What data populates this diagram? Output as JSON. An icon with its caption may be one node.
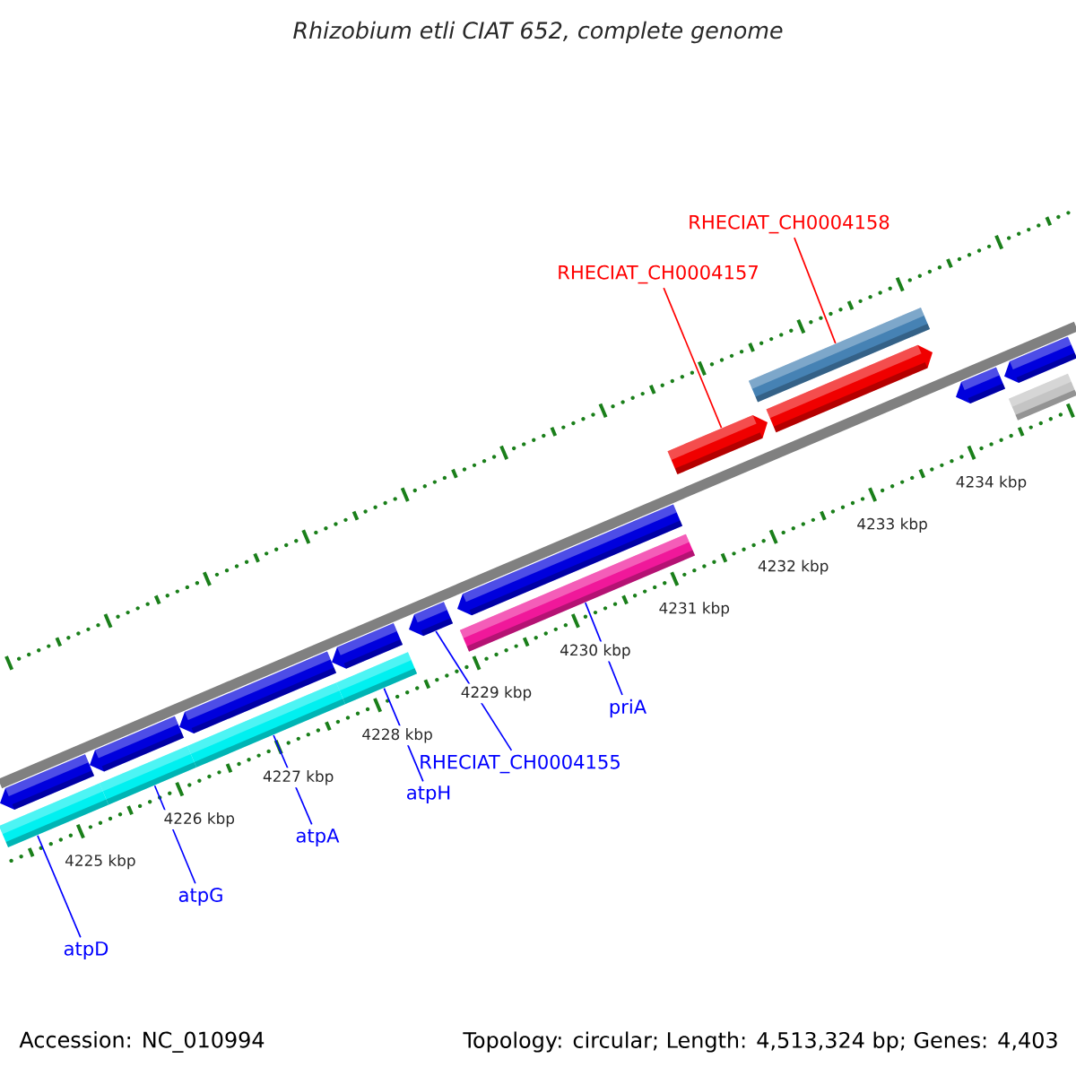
{
  "diagram": {
    "title": "Rhizobium etli CIAT 652, complete genome",
    "nodes": [
      {
        "text": [
          "RHECIAT_CH0004158"
        ]
      },
      {
        "text": [
          "RHECIAT_CH0004157"
        ]
      },
      {
        "text": [
          "priA"
        ]
      },
      {
        "text": [
          "RHECIAT_CH0004155"
        ]
      },
      {
        "text": [
          "atpH"
        ]
      },
      {
        "text": [
          "atpA"
        ]
      },
      {
        "text": [
          "atpG"
        ]
      },
      {
        "text": [
          "atpD"
        ]
      },
      {
        "text": [],
        "shape": "bar"
      },
      {
        "text": [],
        "shape": "bar"
      },
      {
        "text": [],
        "shape": "bar"
      },
      {
        "text": [],
        "shape": "bar"
      },
      {
        "text": [],
        "shape": "bar"
      },
      {
        "text": [],
        "shape": "bar"
      },
      {
        "text": [],
        "shape": "bar"
      },
      {
        "text": [],
        "shape": "bar"
      },
      {
        "text": [],
        "shape": "bar"
      },
      {
        "text": [],
        "shape": "bar"
      },
      {
        "text": [],
        "shape": "bar"
      },
      {
        "text": [],
        "shape": "bar"
      },
      {
        "text": [],
        "shape": "bar"
      },
      {
        "text": [],
        "shape": "bar"
      },
      {
        "text": [],
        "shape": "bar"
      },
      {
        "text": [],
        "shape": "bar"
      },
      {
        "text": [],
        "shape": "bar"
      }
    ],
    "edges": [
      {
        "from": 0,
        "to": 20,
        "arrow": "none",
        "color": "#ff0000"
      },
      {
        "from": 1,
        "to": 19,
        "arrow": "none",
        "color": "#ff0000"
      },
      {
        "from": 2,
        "to": 18,
        "arrow": "none"
      },
      {
        "from": 3,
        "to": 16,
        "arrow": "none"
      },
      {
        "from": 4,
        "to": 15,
        "arrow": "none"
      },
      {
        "from": 5,
        "to": 13,
        "arrow": "none"
      },
      {
        "from": 6,
        "to": 11,
        "arrow": "none"
      },
      {
        "from": 7,
        "to": 9,
        "arrow": "none"
      }
    ],
    "labels": [
      "4225 kbp",
      "4226 kbp",
      "4227 kbp",
      "4228 kbp",
      "4229 kbp",
      "4230 kbp",
      "4231 kbp",
      "4232 kbp",
      "4233 kbp",
      "4234 kbp",
      "Accession: NC_010994",
      "Topology: circular; Length: 4,513,324 bp; Genes: 4,403"
    ]
  }
}
